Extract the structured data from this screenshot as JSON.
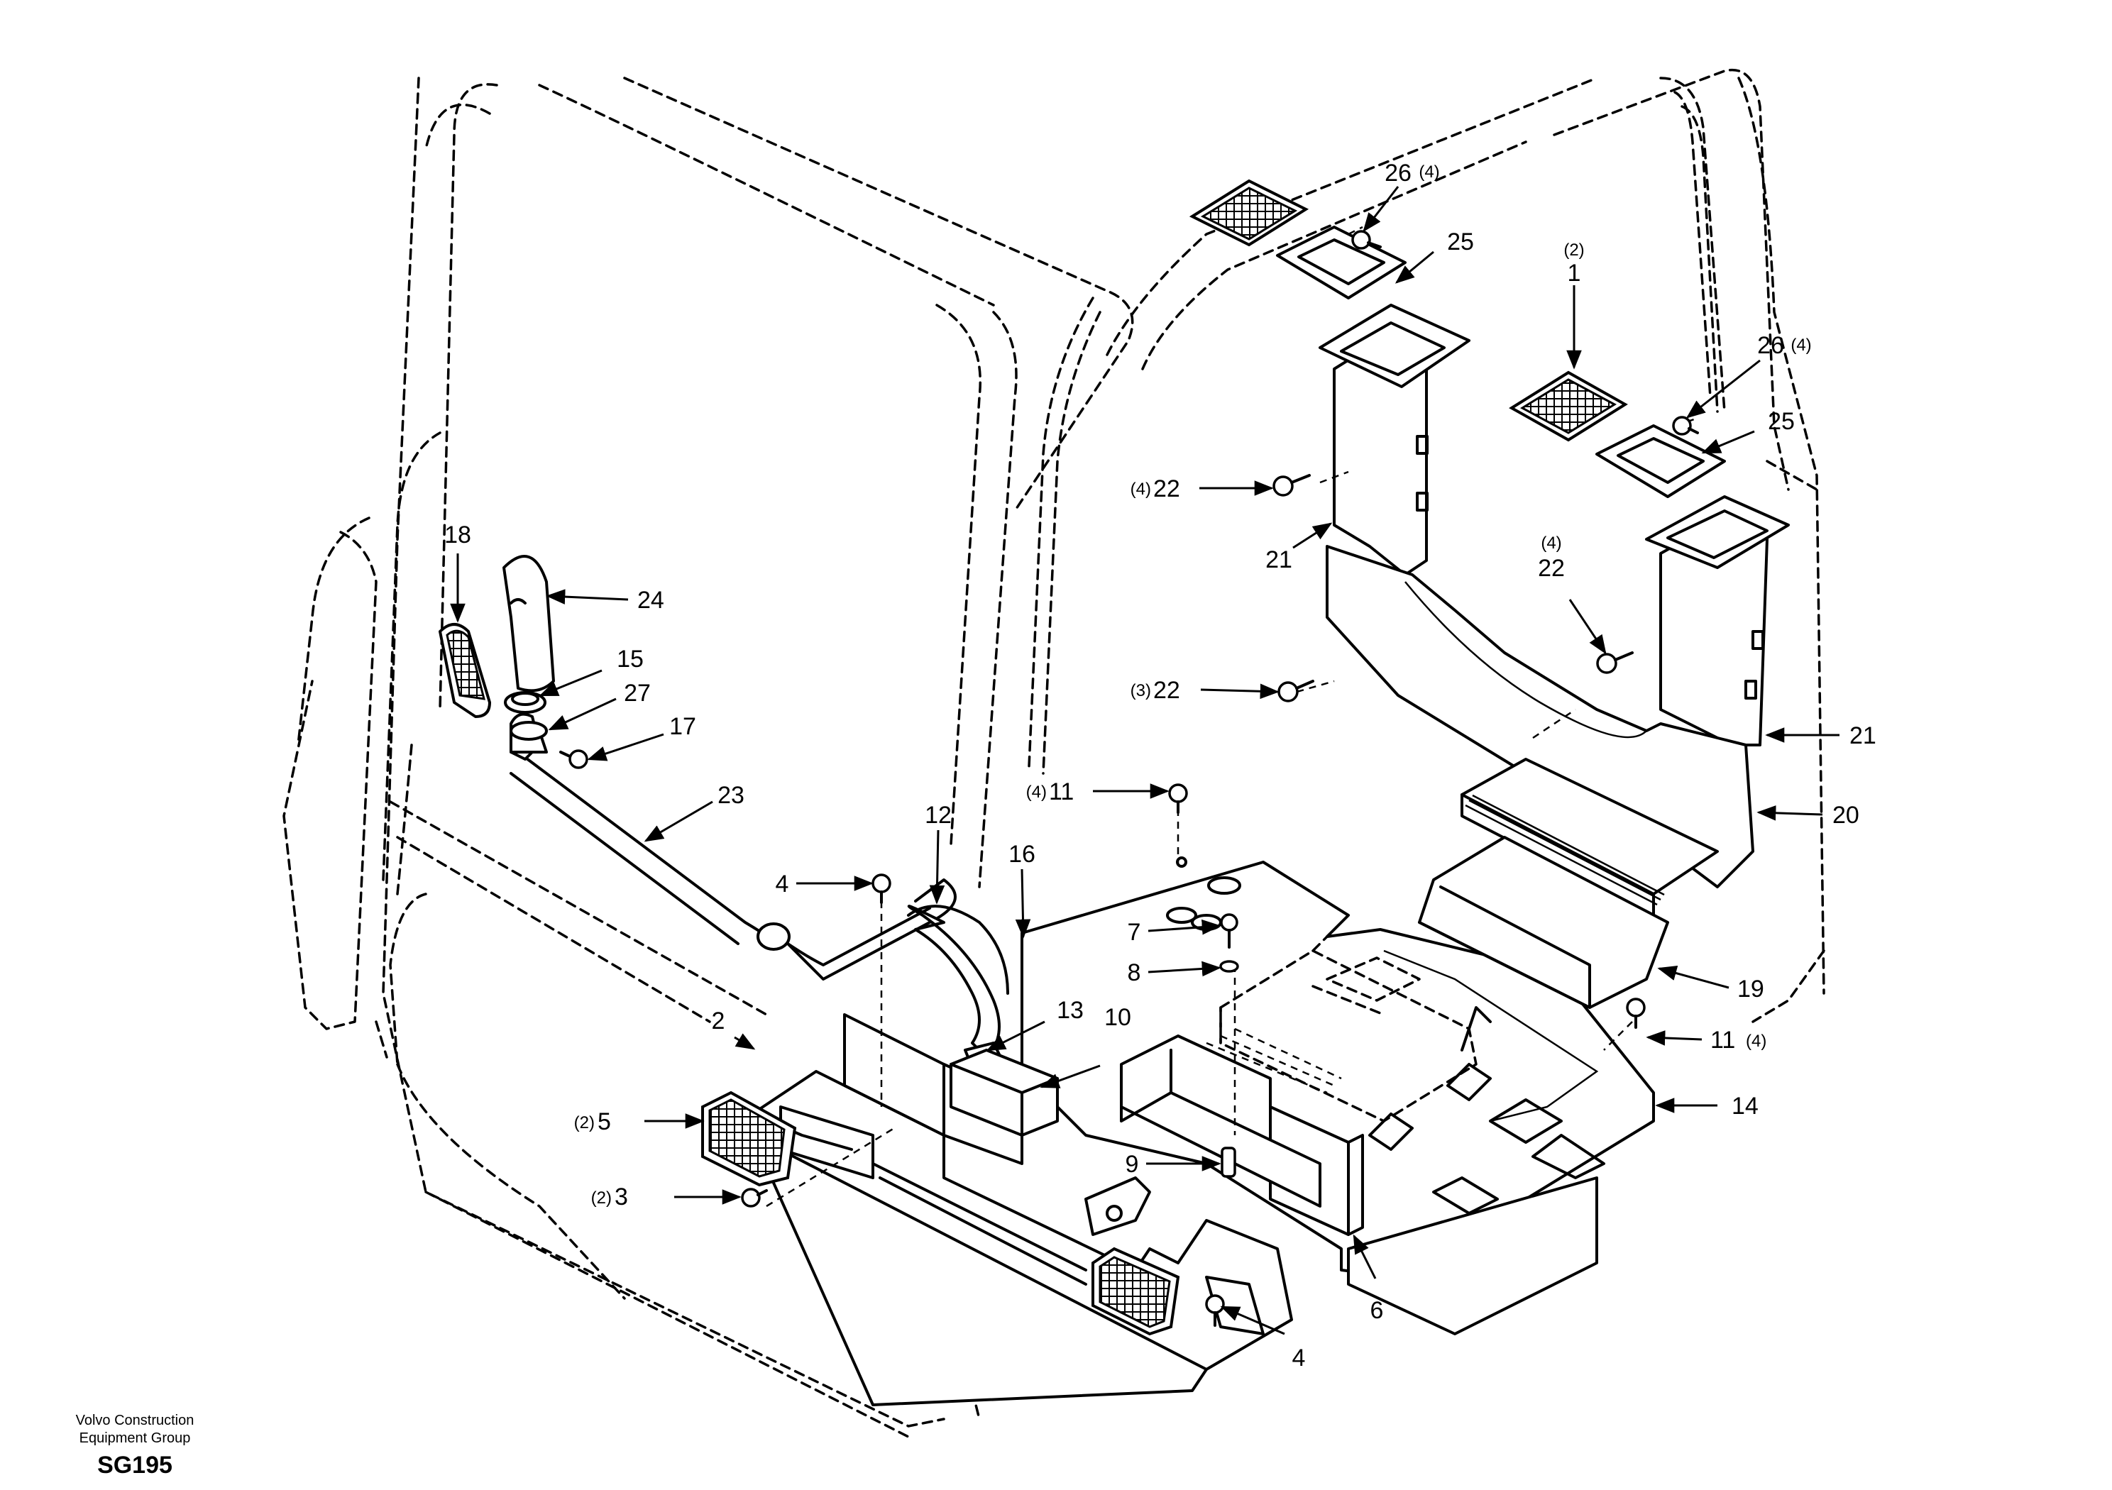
{
  "footer": {
    "company_line1": "Volvo Construction",
    "company_line2": "Equipment Group",
    "code": "SG195"
  },
  "callouts": {
    "c1": {
      "qty": "(2)",
      "num": "1"
    },
    "c2": {
      "num": "2"
    },
    "c3": {
      "qty": "(2)",
      "num": "3"
    },
    "c4a": {
      "num": "4"
    },
    "c4b": {
      "num": "4"
    },
    "c5": {
      "qty": "(2)",
      "num": "5"
    },
    "c6": {
      "num": "6"
    },
    "c7": {
      "num": "7"
    },
    "c8": {
      "num": "8"
    },
    "c9": {
      "num": "9"
    },
    "c10": {
      "num": "10"
    },
    "c11a": {
      "qty": "(4)",
      "num": "11"
    },
    "c11b": {
      "qty": "(4)",
      "num": "11"
    },
    "c12": {
      "num": "12"
    },
    "c13": {
      "num": "13"
    },
    "c14": {
      "num": "14"
    },
    "c15": {
      "num": "15"
    },
    "c16": {
      "num": "16"
    },
    "c17": {
      "num": "17"
    },
    "c18": {
      "num": "18"
    },
    "c19": {
      "num": "19"
    },
    "c20": {
      "num": "20"
    },
    "c21a": {
      "num": "21"
    },
    "c21b": {
      "num": "21"
    },
    "c22a": {
      "qty": "(4)",
      "num": "22"
    },
    "c22b": {
      "qty": "(4)",
      "num": "22"
    },
    "c22c": {
      "qty": "(3)",
      "num": "22"
    },
    "c23": {
      "num": "23"
    },
    "c24": {
      "num": "24"
    },
    "c25a": {
      "num": "25"
    },
    "c25b": {
      "num": "25"
    },
    "c26a": {
      "num": "26",
      "qty": "(4)"
    },
    "c26b": {
      "num": "26",
      "qty": "(4)"
    },
    "c27": {
      "num": "27"
    }
  }
}
